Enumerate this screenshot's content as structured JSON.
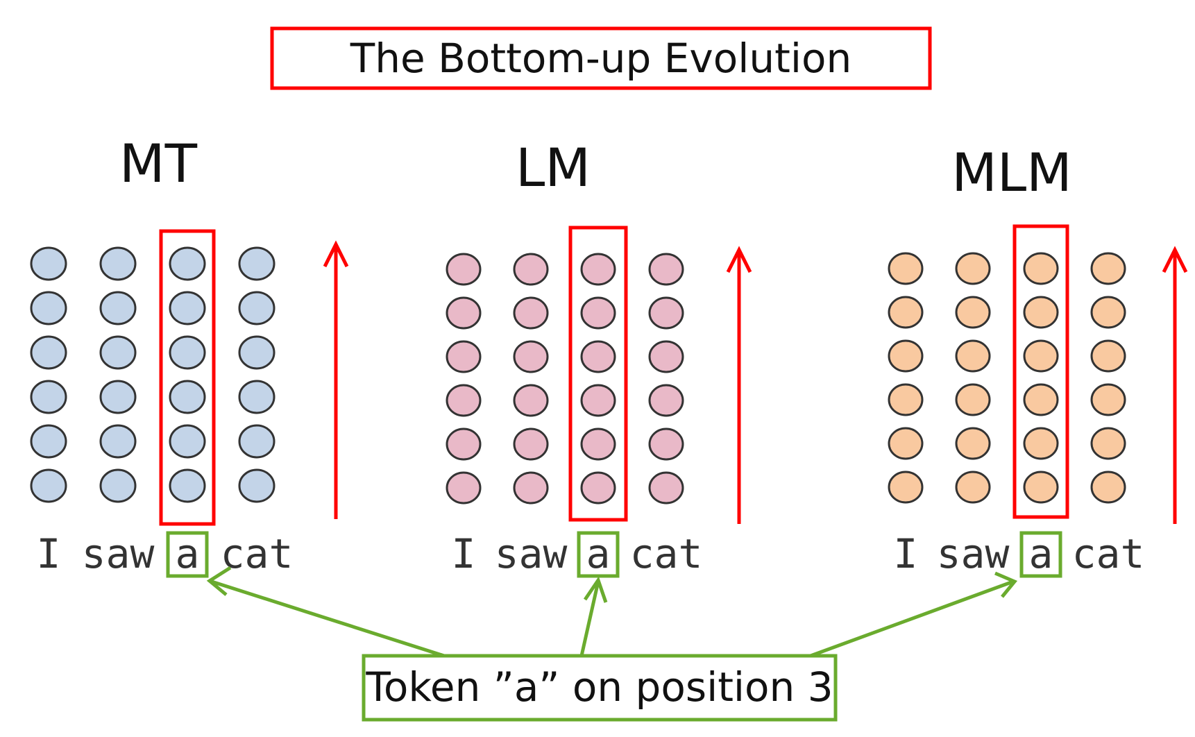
{
  "title": "The Bottom-up Evolution",
  "callout": "Token ”a” on position 3",
  "colors": {
    "highlight_red": "#ff0000",
    "highlight_green": "#6aab2e",
    "neuron_stroke": "#333333"
  },
  "panels": [
    {
      "label": "MT",
      "fill": "#c3d4e8",
      "tokens": [
        "I",
        "saw",
        "a",
        "cat"
      ]
    },
    {
      "label": "LM",
      "fill": "#e9b9c8",
      "tokens": [
        "I",
        "saw",
        "a",
        "cat"
      ]
    },
    {
      "label": "MLM",
      "fill": "#f9c9a0",
      "tokens": [
        "I",
        "saw",
        "a",
        "cat"
      ]
    }
  ],
  "grid": {
    "rows": 6,
    "columns": 4,
    "highlighted_column": 3
  }
}
